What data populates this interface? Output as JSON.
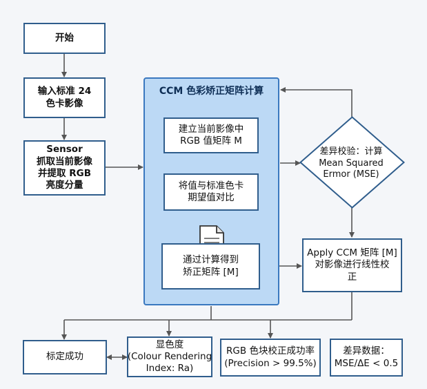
{
  "nodes": {
    "start": [
      "开始"
    ],
    "input": [
      "输入标准 24",
      "色卡影像"
    ],
    "sensor": [
      "Sensor",
      "抓取当前影像",
      "并提取 RGB",
      "亮度分量"
    ],
    "group_title": "CCM 色彩矫正矩阵计算",
    "build": [
      "建立当前影像中",
      "RGB 值矩阵 M"
    ],
    "compare": [
      "将值与标准色卡",
      "期望值对比"
    ],
    "compute": [
      "通过计算得到",
      "矫正矩阵 [M]"
    ],
    "mse": [
      "差异校验：计算",
      "Mean Squared",
      "Ermor (MSE)"
    ],
    "apply": [
      "Apply CCM 矩阵 [M]",
      "对影像进行线性校",
      "正"
    ],
    "success": [
      "标定成功"
    ],
    "cri": [
      "显色度",
      "(Colour Rendering",
      "Index: Ra)"
    ],
    "precision": [
      "RGB 色块校正成功率",
      "(Precision > 99.5%)"
    ],
    "diff": [
      "差异数据：",
      "MSE/ΔE < 0.5"
    ]
  },
  "colors": {
    "border": "#2f5d8c",
    "group_fill": "#bcd9f5",
    "group_border": "#3a78bf",
    "arrow": "#555555",
    "background": "#f4f6f9"
  },
  "icons": {
    "document": "document-icon"
  }
}
